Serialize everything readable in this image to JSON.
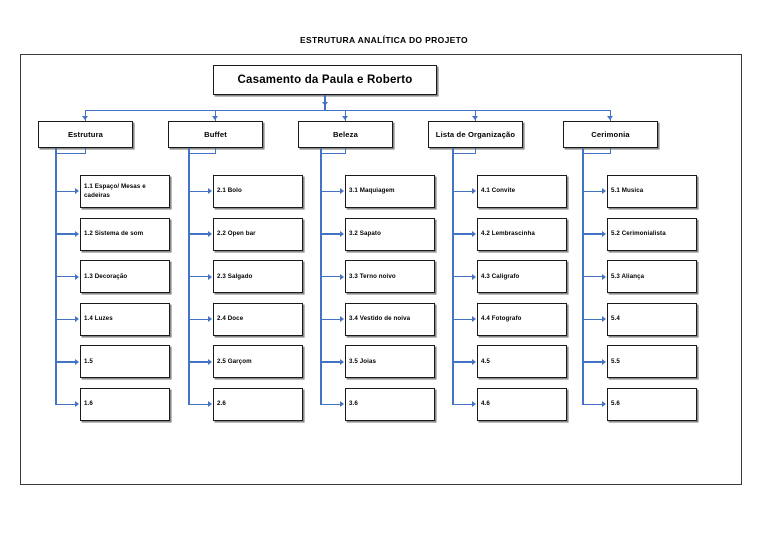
{
  "document": {
    "title": "ESTRUTURA ANALÍTICA DO PROJETO"
  },
  "theme": {
    "connector_color": "#4472C4",
    "box_border_color": "#1A1A1A",
    "box_shadow_color": "#8A8A8A",
    "frame_border_color": "#3B3B3B",
    "background": "#FFFFFF",
    "text_color": "#000000"
  },
  "wbs": {
    "root": {
      "label": "Casamento da Paula e Roberto"
    },
    "branches": [
      {
        "id": "1",
        "label": "Estrutura",
        "children": [
          {
            "id": "1.1",
            "label": "1.1 Espaço/ Mesas e cadeiras"
          },
          {
            "id": "1.2",
            "label": "1.2 Sistema de som"
          },
          {
            "id": "1.3",
            "label": "1.3 Decoração"
          },
          {
            "id": "1.4",
            "label": "1.4 Luzes"
          },
          {
            "id": "1.5",
            "label": "1.5"
          },
          {
            "id": "1.6",
            "label": "1.6"
          }
        ]
      },
      {
        "id": "2",
        "label": "Buffet",
        "children": [
          {
            "id": "2.1",
            "label": "2.1 Bolo"
          },
          {
            "id": "2.2",
            "label": "2.2 Open bar"
          },
          {
            "id": "2.3",
            "label": "2.3 Salgado"
          },
          {
            "id": "2.4",
            "label": "2.4 Doce"
          },
          {
            "id": "2.5",
            "label": "2.5 Garçom"
          },
          {
            "id": "2.6",
            "label": "2.6"
          }
        ]
      },
      {
        "id": "3",
        "label": "Beleza",
        "children": [
          {
            "id": "3.1",
            "label": "3.1 Maquiagem"
          },
          {
            "id": "3.2",
            "label": "3.2 Sapato"
          },
          {
            "id": "3.3",
            "label": "3.3 Terno noivo"
          },
          {
            "id": "3.4",
            "label": "3.4 Vestido de noiva"
          },
          {
            "id": "3.5",
            "label": "3.5 Joias"
          },
          {
            "id": "3.6",
            "label": "3.6"
          }
        ]
      },
      {
        "id": "4",
        "label": "Lista de Organização",
        "children": [
          {
            "id": "4.1",
            "label": "4.1 Convite"
          },
          {
            "id": "4.2",
            "label": "4.2 Lembrascinha"
          },
          {
            "id": "4.3",
            "label": "4.3 Caligrafo"
          },
          {
            "id": "4.4",
            "label": "4.4 Fotografo"
          },
          {
            "id": "4.5",
            "label": "4.5"
          },
          {
            "id": "4.6",
            "label": "4.6"
          }
        ]
      },
      {
        "id": "5",
        "label": "Cerimonia",
        "children": [
          {
            "id": "5.1",
            "label": "5.1 Musica"
          },
          {
            "id": "5.2",
            "label": "5.2 Cerimonialista"
          },
          {
            "id": "5.3",
            "label": "5.3 Aliança"
          },
          {
            "id": "5.4",
            "label": "5.4"
          },
          {
            "id": "5.5",
            "label": "5.5"
          },
          {
            "id": "5.6",
            "label": "5.6"
          }
        ]
      }
    ]
  }
}
